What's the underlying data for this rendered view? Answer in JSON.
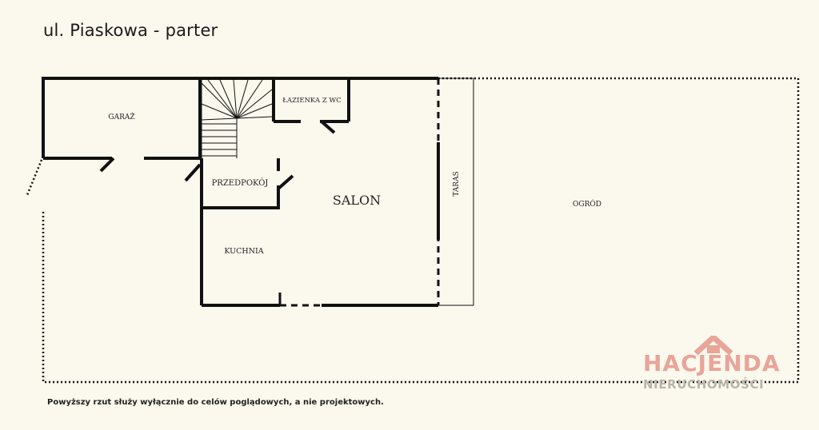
{
  "title": "ul. Piaskowa - parter",
  "disclaimer": "Powyższy rzut służy wyłącznie do celów poglądowych, a nie projektowych.",
  "rooms": {
    "garage": "GARAŻ",
    "bathroom": "ŁAZIENKA Z WC",
    "hallway": "PRZEDPOKÓJ",
    "living_room": "SALON",
    "kitchen": "KUCHNIA",
    "terrace": "TARAS",
    "garden": "OGRÓD"
  },
  "logo": {
    "name": "HACJENDA",
    "subtitle": "NIERUCHOMOŚCI",
    "color": "#e8a598"
  }
}
